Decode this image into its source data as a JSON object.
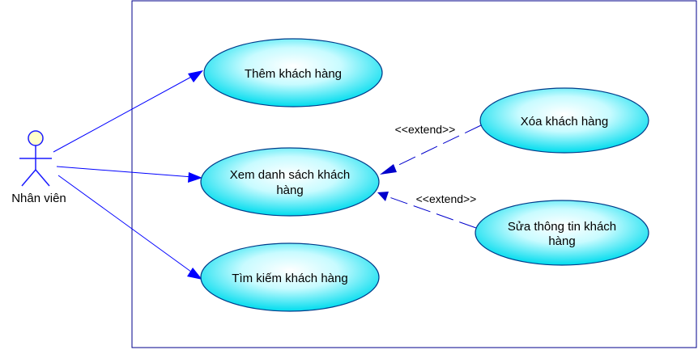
{
  "actor": {
    "name": "Nhân viên"
  },
  "use_cases": {
    "add": {
      "label": "Thêm khách hàng"
    },
    "view": {
      "line1": "Xem danh sách khách",
      "line2": "hàng"
    },
    "search": {
      "label": "Tìm kiếm khách hàng"
    },
    "delete": {
      "label": "Xóa khách hàng"
    },
    "edit": {
      "line1": "Sửa thông tin khách",
      "line2": "hàng"
    }
  },
  "relations": {
    "extend_delete": "<<extend>>",
    "extend_edit": "<<extend>>"
  },
  "colors": {
    "association": "#0000ff",
    "extend": "#0000cc",
    "boundary": "#00008b",
    "usecase_fill_center": "#ffffff",
    "usecase_fill_edge": "#00e0f0",
    "usecase_stroke": "#003c8a",
    "actor_head": "#ffffcc"
  }
}
